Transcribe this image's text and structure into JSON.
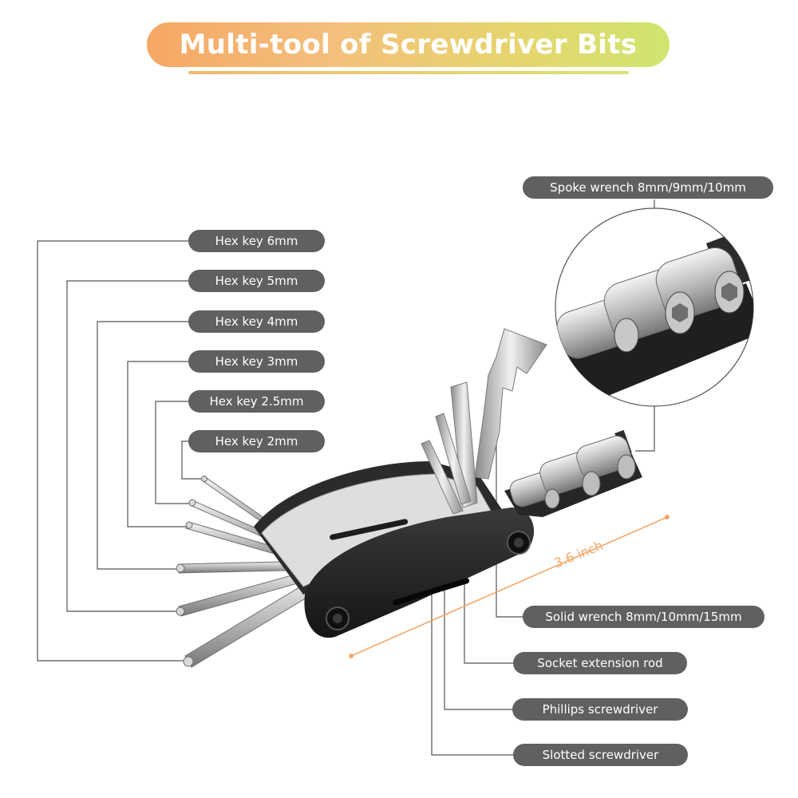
{
  "title": "Multi-tool of Screwdriver Bits",
  "dimension": "3.6 inch",
  "left_labels": [
    "Hex key 6mm",
    "Hex key 5mm",
    "Hex key 4mm",
    "Hex key 3mm",
    "Hex key 2.5mm",
    "Hex key 2mm"
  ],
  "right_labels": {
    "spoke_wrench": "Spoke wrench 8mm/9mm/10mm",
    "solid_wrench": "Solid wrench 8mm/10mm/15mm",
    "socket_extension": "Socket extension rod",
    "phillips": "Phillips screwdriver",
    "slotted": "Slotted screwdriver"
  },
  "colors": {
    "label_bg": "#606060",
    "accent": "#f2a766",
    "title_start": "#f6a765",
    "title_end": "#cfe56f"
  }
}
